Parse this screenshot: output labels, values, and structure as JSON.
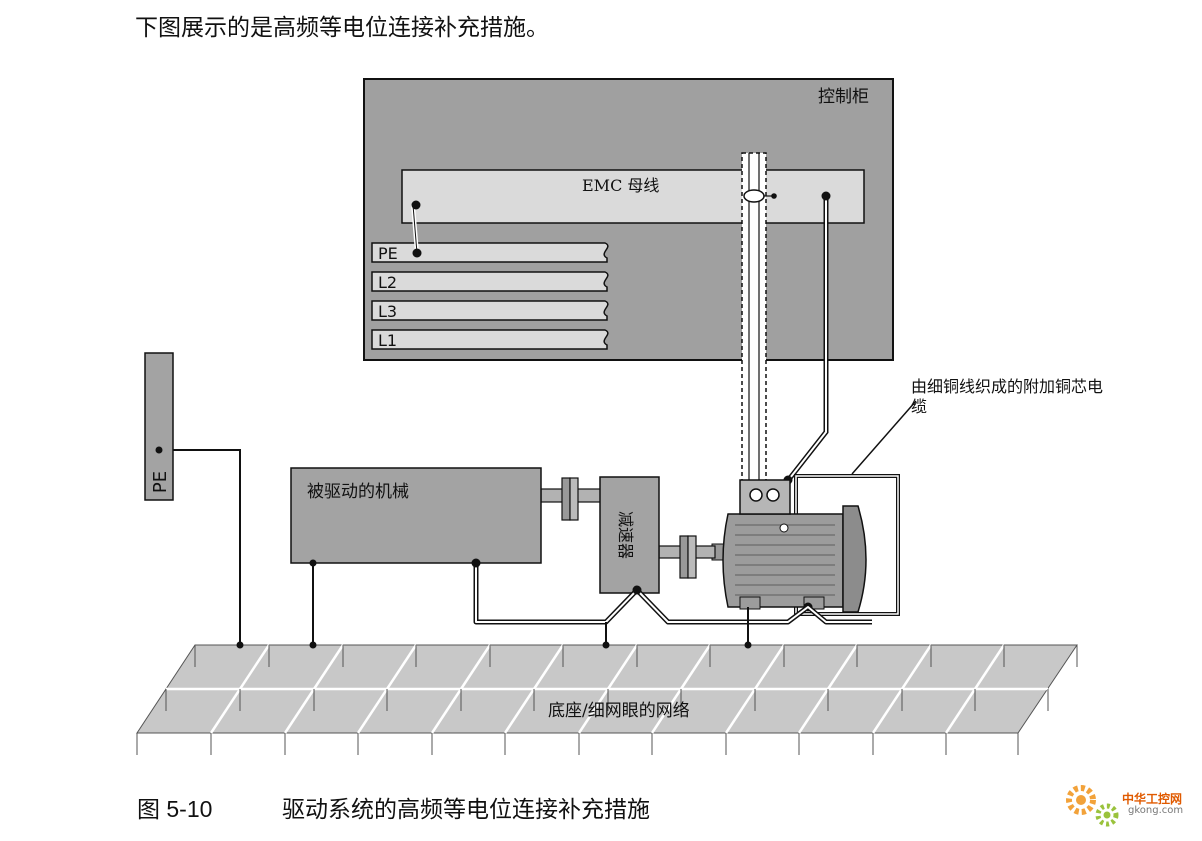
{
  "intro_text": "下图展示的是高频等电位连接补充措施。",
  "cabinet": {
    "label": "控制柜",
    "busbar_label": "EMC 母线",
    "rails": [
      "PE",
      "L2",
      "L3",
      "L1"
    ]
  },
  "pe_bar_label": "PE",
  "machine_label": "被驱动的机械",
  "gearbox_label": "减速器",
  "cable_note": "由细铜线织成的附加铜芯电缆",
  "cable_note_line1": "由细铜线织成的附加铜芯电",
  "cable_note_line2": "缆",
  "floor_label": "底座/细网眼的网络",
  "caption": {
    "number": "图 5-10",
    "title": "驱动系统的高频等电位连接补充措施"
  },
  "watermark": {
    "brand_cn": "中华工控网",
    "site": "gkong.com"
  },
  "colors": {
    "cabinet_fill": "#a0a0a0",
    "busbar_fill": "#dadada",
    "machine_fill": "#a3a3a3",
    "floor_fill": "#c8c8c8",
    "accent": "#e05a00"
  }
}
